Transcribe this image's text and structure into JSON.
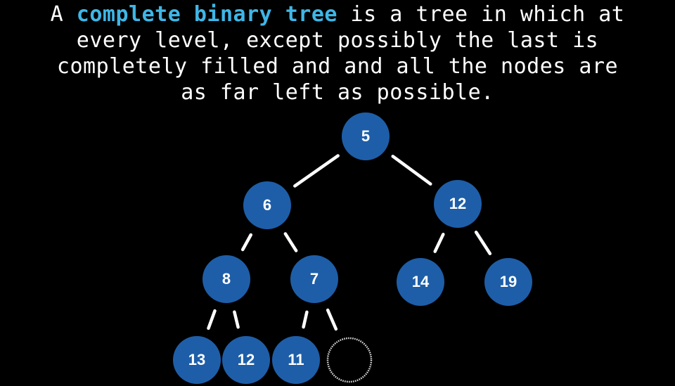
{
  "definition": {
    "prefix": "A ",
    "term": "complete binary tree",
    "line1_rest": " is a tree in which at",
    "line2": "every level, except possibly the last is",
    "line3": "completely filled and and all the nodes are",
    "line4": "as far left as possible."
  },
  "colors": {
    "node_fill": "#1e5ea8",
    "term_highlight": "#3fb6e6",
    "edge": "#ffffff",
    "background": "#000000"
  },
  "tree": {
    "nodes": [
      {
        "id": "n1",
        "label": "5"
      },
      {
        "id": "n2",
        "label": "6"
      },
      {
        "id": "n3",
        "label": "12"
      },
      {
        "id": "n4",
        "label": "8"
      },
      {
        "id": "n5",
        "label": "7"
      },
      {
        "id": "n6",
        "label": "14"
      },
      {
        "id": "n7",
        "label": "19"
      },
      {
        "id": "n8",
        "label": "13"
      },
      {
        "id": "n9",
        "label": "12"
      },
      {
        "id": "n10",
        "label": "11"
      },
      {
        "id": "n11",
        "label": "",
        "empty": true
      }
    ],
    "edges": [
      [
        "n1",
        "n2"
      ],
      [
        "n1",
        "n3"
      ],
      [
        "n2",
        "n4"
      ],
      [
        "n2",
        "n5"
      ],
      [
        "n3",
        "n6"
      ],
      [
        "n3",
        "n7"
      ],
      [
        "n4",
        "n8"
      ],
      [
        "n4",
        "n9"
      ],
      [
        "n5",
        "n10"
      ],
      [
        "n5",
        "n11"
      ]
    ]
  }
}
